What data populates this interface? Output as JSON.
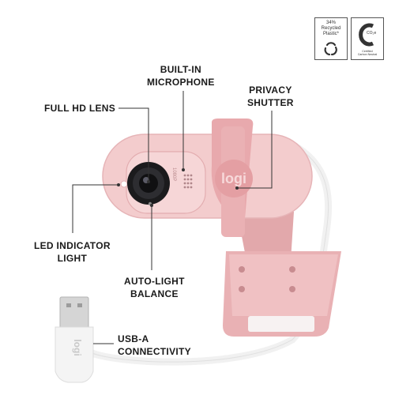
{
  "labels": {
    "built_in_microphone": [
      "BUILT-IN",
      "MICROPHONE"
    ],
    "privacy_shutter": [
      "PRIVACY",
      "SHUTTER"
    ],
    "full_hd_lens": "FULL HD LENS",
    "led_indicator_light": [
      "LED INDICATOR",
      "LIGHT"
    ],
    "auto_light_balance": [
      "AUTO-LIGHT",
      "BALANCE"
    ],
    "usb_a_connectivity": [
      "USB-A",
      "CONNECTIVITY"
    ]
  },
  "camera": {
    "logo": "logi",
    "resolution_text": "1080P"
  },
  "usb": {
    "logo": "logi"
  },
  "badges": {
    "recycled": {
      "lines": [
        "34%",
        "Recycled",
        "Plastic*"
      ]
    },
    "carbon": {
      "symbol": "CO₂e",
      "footer": [
        "Certified",
        "Carbon Neutral"
      ]
    }
  },
  "colors": {
    "pink_main": "#f3cccd",
    "pink_shade": "#e9b3b5",
    "pink_dark": "#d89b9e",
    "lens_dark": "#1b1b1d"
  }
}
